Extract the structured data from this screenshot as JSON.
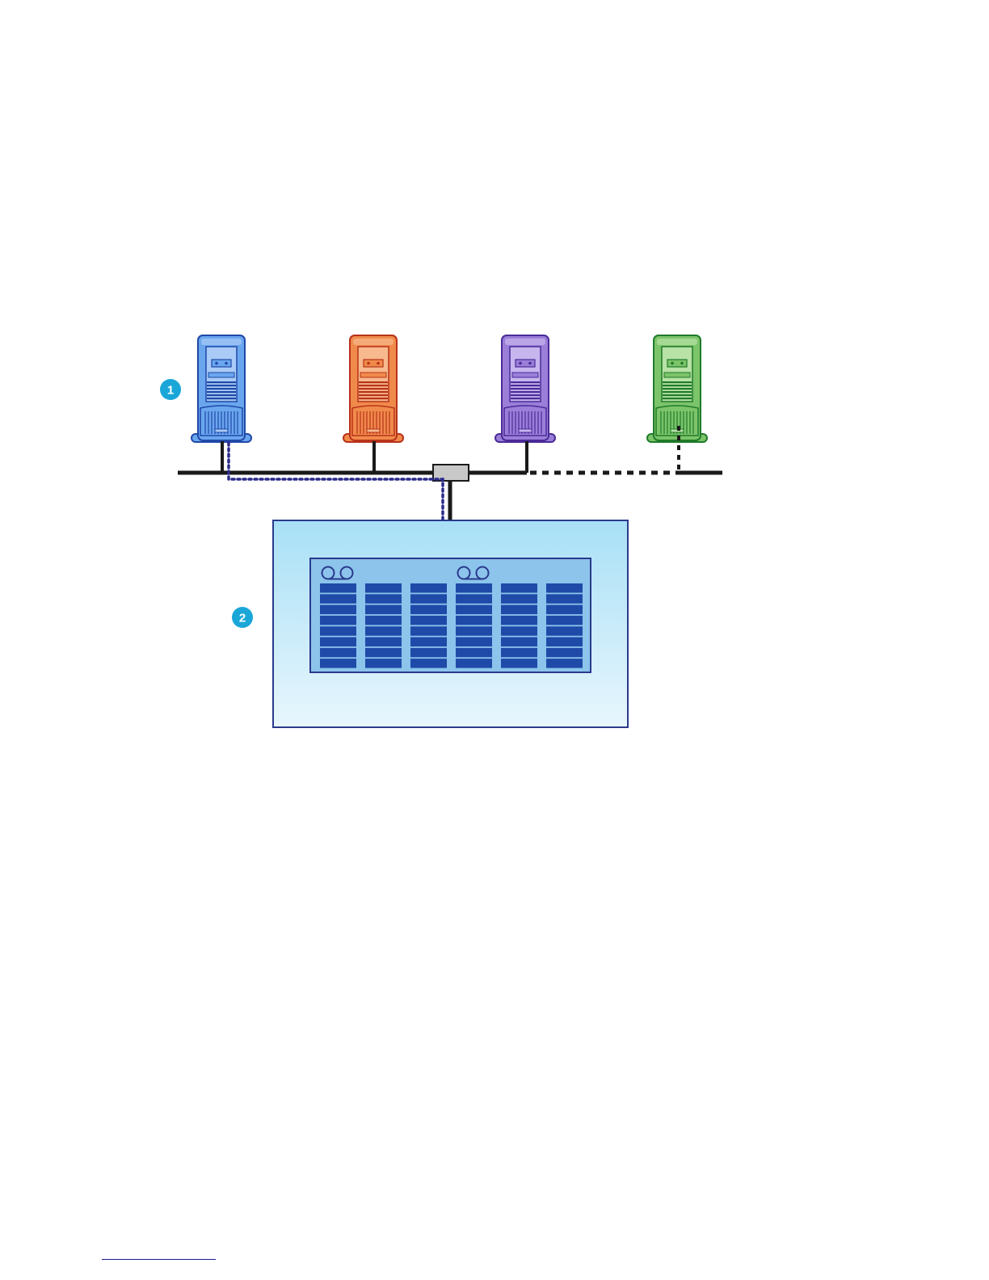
{
  "callouts": [
    {
      "id": "1",
      "label": "1",
      "color": "#1aa7d8"
    },
    {
      "id": "2",
      "label": "2",
      "color": "#1aa7d8"
    }
  ],
  "servers": [
    {
      "name": "server-blue",
      "color": "blue",
      "body": "#6aa6ee",
      "dark": "#2048a8",
      "light": "#a9cbf6"
    },
    {
      "name": "server-orange",
      "color": "orange",
      "body": "#f08a4b",
      "dark": "#b8321a",
      "light": "#f7b98d"
    },
    {
      "name": "server-purple",
      "color": "purple",
      "body": "#9a7ed8",
      "dark": "#4a2b98",
      "light": "#c7b6ee"
    },
    {
      "name": "server-green",
      "color": "green",
      "body": "#7cc46a",
      "dark": "#1f7a2a",
      "light": "#b8e2a6"
    }
  ],
  "network": {
    "line_color": "#1a1a1a",
    "data_path_color": "#2a2a8c",
    "switch_fill": "#c8c8c8"
  },
  "tape_library": {
    "enclosure_gradient": [
      "#a8e0f6",
      "#e8f6fd"
    ],
    "border_color": "#2a3a8c",
    "panel_fill": "#8cc4ec",
    "slot_fill": "#1f4aa8",
    "drive_count": 2,
    "slot_columns": 6,
    "slots_per_column": 8
  }
}
